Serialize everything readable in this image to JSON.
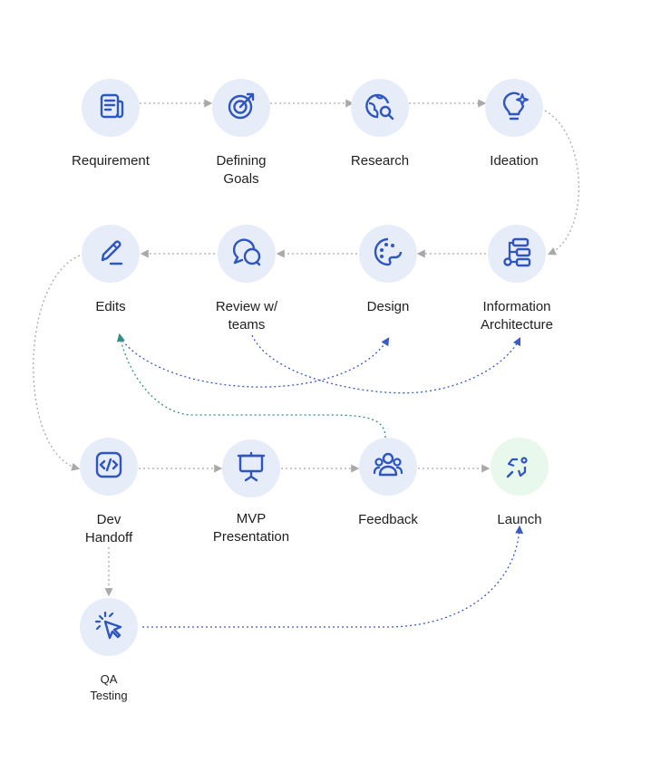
{
  "colors": {
    "node_bg": "#e6ecf8",
    "node_bg_launch": "#e9f8ec",
    "icon": "#2e55c0",
    "connector_gray": "#a9a9a9",
    "connector_blue": "#3a5bbf",
    "connector_teal": "#2f8f86"
  },
  "nodes": [
    {
      "id": "requirement",
      "label": "Requirement",
      "icon": "document-icon"
    },
    {
      "id": "defining-goals",
      "label": "Defining\nGoals",
      "icon": "target-icon"
    },
    {
      "id": "research",
      "label": "Research",
      "icon": "globe-search-icon"
    },
    {
      "id": "ideation",
      "label": "Ideation",
      "icon": "lightbulb-icon"
    },
    {
      "id": "edits",
      "label": "Edits",
      "icon": "pencil-icon"
    },
    {
      "id": "review-teams",
      "label": "Review w/\nteams",
      "icon": "chat-bubbles-icon"
    },
    {
      "id": "design",
      "label": "Design",
      "icon": "palette-icon"
    },
    {
      "id": "information-architecture",
      "label": "Information\nArchitecture",
      "icon": "sitemap-icon"
    },
    {
      "id": "dev-handoff",
      "label": "Dev\nHandoff",
      "icon": "code-icon"
    },
    {
      "id": "mvp-presentation",
      "label": "MVP\nPresentation",
      "icon": "presentation-board-icon"
    },
    {
      "id": "feedback",
      "label": "Feedback",
      "icon": "users-icon"
    },
    {
      "id": "launch",
      "label": "Launch",
      "icon": "rocket-icon"
    },
    {
      "id": "qa-testing",
      "label": "QA\nTesting",
      "icon": "cursor-click-icon"
    }
  ],
  "links": [
    {
      "from": "requirement",
      "to": "defining-goals",
      "style": "gray"
    },
    {
      "from": "defining-goals",
      "to": "research",
      "style": "gray"
    },
    {
      "from": "research",
      "to": "ideation",
      "style": "gray"
    },
    {
      "from": "ideation",
      "to": "information-architecture",
      "style": "gray"
    },
    {
      "from": "information-architecture",
      "to": "design",
      "style": "gray"
    },
    {
      "from": "design",
      "to": "review-teams",
      "style": "gray"
    },
    {
      "from": "review-teams",
      "to": "edits",
      "style": "gray"
    },
    {
      "from": "edits",
      "to": "dev-handoff",
      "style": "gray"
    },
    {
      "from": "dev-handoff",
      "to": "mvp-presentation",
      "style": "gray"
    },
    {
      "from": "mvp-presentation",
      "to": "feedback",
      "style": "gray"
    },
    {
      "from": "feedback",
      "to": "launch",
      "style": "gray"
    },
    {
      "from": "dev-handoff",
      "to": "qa-testing",
      "style": "gray"
    },
    {
      "from": "edits",
      "to": "design",
      "style": "blue"
    },
    {
      "from": "review-teams",
      "to": "information-architecture",
      "style": "blue"
    },
    {
      "from": "feedback",
      "to": "edits",
      "style": "teal"
    },
    {
      "from": "qa-testing",
      "to": "launch",
      "style": "blue"
    }
  ]
}
